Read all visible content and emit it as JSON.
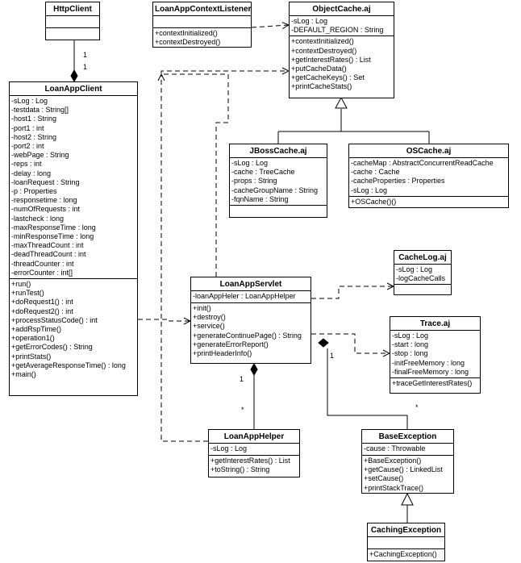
{
  "classes": {
    "httpclient": {
      "name": "HttpClient",
      "attrs": [],
      "ops": []
    },
    "listener": {
      "name": "LoanAppContextListener",
      "attrs": [],
      "ops": [
        "+contextInitialized()",
        "+contextDestroyed()"
      ]
    },
    "objectcache": {
      "name": "ObjectCache.aj",
      "attrs": [
        "-sLog : Log",
        "-DEFAULT_REGION : String"
      ],
      "ops": [
        "+contextInitialized()",
        "+contextDestroyed()",
        "+getInterestRates() : List",
        "+putCacheData()",
        "+getCacheKeys() : Set",
        "+printCacheStats()"
      ]
    },
    "loanappclient": {
      "name": "LoanAppClient",
      "attrs": [
        "-sLog : Log",
        "-testdata : String[]",
        "-host1 : String",
        "-port1 : int",
        "-host2 : String",
        "-port2 : int",
        "-webPage : String",
        "-reps : int",
        "-delay : long",
        "-loanRequest : String",
        "-p : Properties",
        "-responsetime : long",
        "-numOfRequests : int",
        "-lastcheck : long",
        "-maxResponseTime : long",
        "-minResponseTime : long",
        "-maxThreadCount : int",
        "-deadThreadCount : int",
        "-threadCounter : int",
        "-errorCounter : int[]"
      ],
      "ops": [
        "+run()",
        "+runTest()",
        "+doRequest1() : int",
        "+doRequest2() : int",
        "+processStatusCode() : int",
        "+addRspTime()",
        "+operation1()",
        "+getErrorCodes() : String",
        "+printStats()",
        "+getAverageResponseTime() : long",
        "+main()"
      ]
    },
    "jbosscache": {
      "name": "JBossCache.aj",
      "attrs": [
        "-sLog : Log",
        "-cache : TreeCache",
        "-props : String",
        "-cacheGroupName : String",
        "-fqnName : String"
      ],
      "ops": []
    },
    "oscache": {
      "name": "OSCache.aj",
      "attrs": [
        "-cacheMap : AbstractConcurrentReadCache",
        "-cache : Cache",
        "-cacheProperties : Properties",
        "-sLog : Log"
      ],
      "ops": [
        "+OSCache()()"
      ]
    },
    "cachelog": {
      "name": "CacheLog.aj",
      "attrs": [
        "-sLog : Log",
        "-logCacheCalls"
      ],
      "ops": []
    },
    "servlet": {
      "name": "LoanAppServlet",
      "attrs": [
        "-loanAppHeler : LoanAppHelper"
      ],
      "ops": [
        "+init()",
        "+destroy()",
        "+service()",
        "+generateContinuePage() : String",
        "+generateErrorReport()",
        "+printHeaderInfo()"
      ]
    },
    "trace": {
      "name": "Trace.aj",
      "attrs": [
        "-sLog : Log",
        "-start : long",
        "-stop : long",
        "-initFreeMemory : long",
        "-finalFreeMemory : long"
      ],
      "ops": [
        "+traceGetInterestRates()"
      ]
    },
    "helper": {
      "name": "LoanAppHelper",
      "attrs": [
        "-sLog : Log"
      ],
      "ops": [
        "+getInterestRates() : List",
        "+toString() : String"
      ]
    },
    "baseexception": {
      "name": "BaseException",
      "attrs": [
        "-cause : Throwable"
      ],
      "ops": [
        "+BaseException()",
        "+getCause() : LinkedList",
        "+setCause()",
        "+printStackTrace()"
      ]
    },
    "cachingexception": {
      "name": "CachingException",
      "attrs": [],
      "ops": [
        "+CachingException()"
      ]
    }
  },
  "multiplicities": {
    "http_top": "1",
    "http_bottom": "1",
    "servlet_one": "1",
    "servlet_many": "*",
    "exc_one": "1",
    "exc_many": "*"
  }
}
